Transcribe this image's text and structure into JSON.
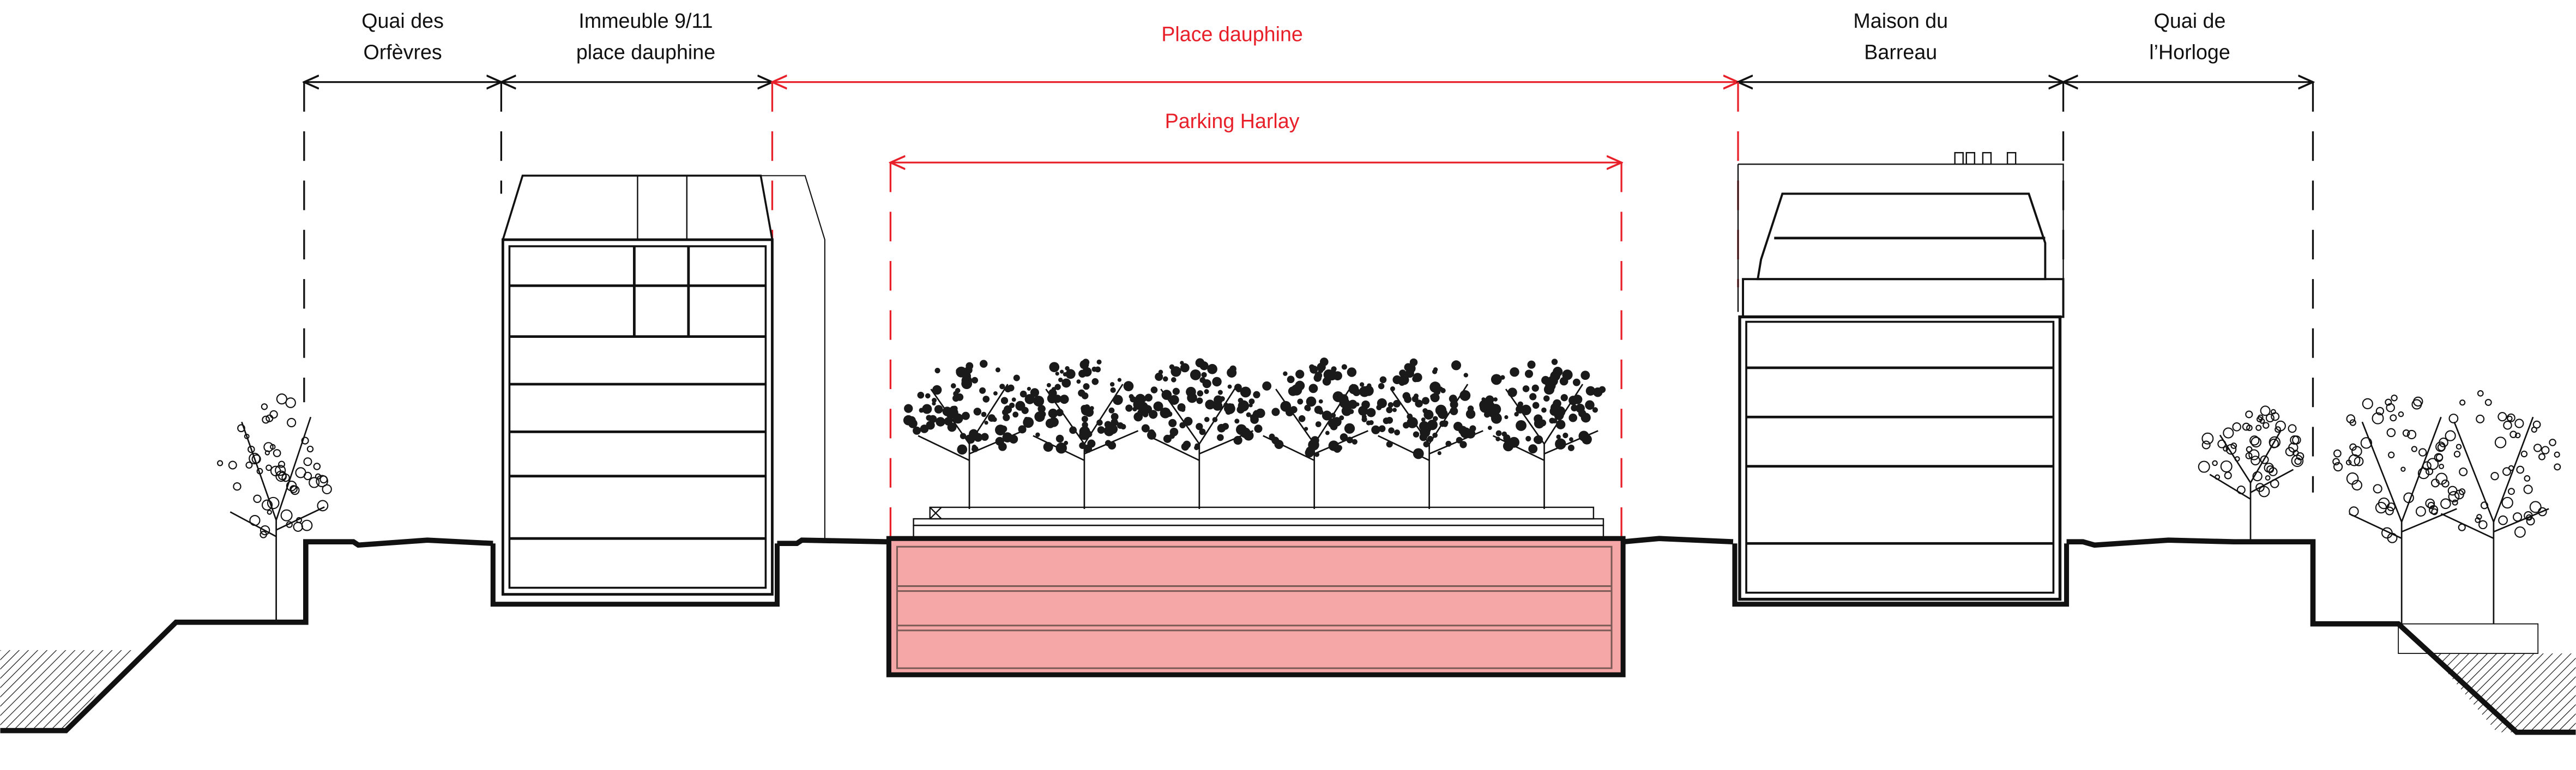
{
  "title": "Coupe Place Dauphine",
  "colors": {
    "accent": "#e8202a",
    "parking_fill": "#f5a7a8",
    "ink": "#111111"
  },
  "spans": {
    "quai_orfevres": {
      "line1": "Quai des",
      "line2": "Orfèvres"
    },
    "immeuble": {
      "line1": "Immeuble 9/11",
      "line2": "place dauphine"
    },
    "place_dauphine": {
      "label": "Place dauphine"
    },
    "parking": {
      "label": "Parking Harlay"
    },
    "maison": {
      "line1": "Maison du",
      "line2": "Barreau"
    },
    "quai_horloge": {
      "line1": "Quai de",
      "line2": "l’Horloge"
    }
  }
}
